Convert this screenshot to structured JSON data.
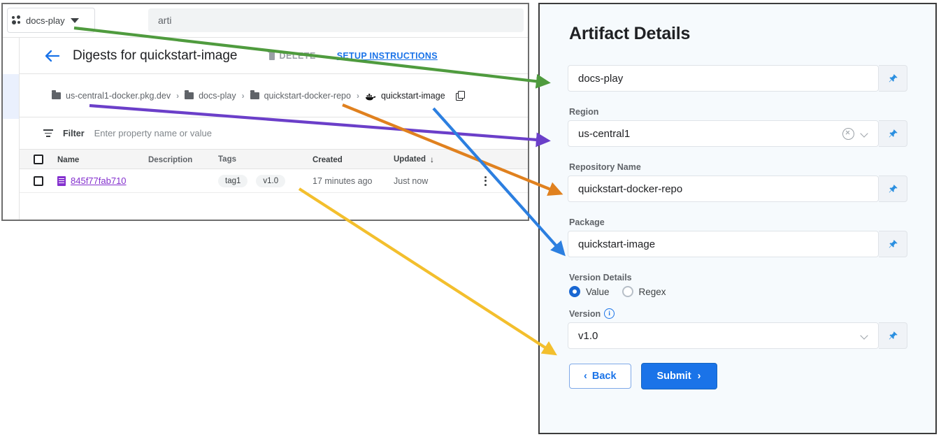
{
  "console": {
    "project_selector": {
      "label": "docs-play",
      "icon": "project-dots-icon",
      "caret": "chevron-down-icon"
    },
    "search": {
      "value": "arti",
      "placeholder": "arti"
    },
    "page_title": "Digests for quickstart-image",
    "back_icon": "back-arrow-icon",
    "actions": {
      "delete_label": "DELETE",
      "setup_link": "SETUP INSTRUCTIONS"
    },
    "breadcrumb": [
      {
        "label": "us-central1-docker.pkg.dev",
        "icon": "folder-icon"
      },
      {
        "label": "docs-play",
        "icon": "folder-icon"
      },
      {
        "label": "quickstart-docker-repo",
        "icon": "folder-icon"
      },
      {
        "label": "quickstart-image",
        "icon": "docker-whale-icon"
      }
    ],
    "breadcrumb_separator": "›",
    "copy_icon": "copy-icon",
    "filter": {
      "label": "Filter",
      "placeholder": "Enter property name or value",
      "icon": "filter-icon"
    },
    "table": {
      "columns": [
        "Name",
        "Description",
        "Tags",
        "Created",
        "Updated"
      ],
      "sort_column": "Updated",
      "sort_icon": "arrow-down-icon",
      "rows": [
        {
          "name": "845f77fab710",
          "description": "",
          "tags": [
            "tag1",
            "v1.0"
          ],
          "created": "17 minutes ago",
          "updated": "Just now"
        }
      ]
    }
  },
  "panel": {
    "title": "Artifact Details",
    "project": {
      "value": "docs-play",
      "pin_icon": "pin-icon"
    },
    "region": {
      "label": "Region",
      "value": "us-central1",
      "clear_icon": "clear-icon",
      "chevron_icon": "chevron-down-icon",
      "pin_icon": "pin-icon"
    },
    "repository": {
      "label": "Repository Name",
      "value": "quickstart-docker-repo",
      "pin_icon": "pin-icon"
    },
    "package": {
      "label": "Package",
      "value": "quickstart-image",
      "pin_icon": "pin-icon"
    },
    "version_details": {
      "label": "Version Details",
      "options": [
        {
          "label": "Value",
          "selected": true
        },
        {
          "label": "Regex",
          "selected": false
        }
      ]
    },
    "version": {
      "label": "Version",
      "info_icon": "info-icon",
      "value": "v1.0",
      "chevron_icon": "chevron-down-icon",
      "pin_icon": "pin-icon"
    },
    "buttons": {
      "back": "Back",
      "submit": "Submit"
    }
  },
  "annotations": {
    "colors": {
      "green": "#4f9b3e",
      "purple": "#6b3fc9",
      "orange": "#e0811f",
      "blue": "#2c7fe0",
      "yellow": "#f3bf2d"
    },
    "arrows": [
      {
        "name": "project-to-field",
        "color": "green",
        "from": "docs-play selector",
        "to": "docs-play field"
      },
      {
        "name": "registry-to-region",
        "color": "purple",
        "from": "us-central1-docker.pkg.dev crumb",
        "to": "Region field"
      },
      {
        "name": "repo-to-repository",
        "color": "orange",
        "from": "quickstart-docker-repo crumb",
        "to": "Repository Name field"
      },
      {
        "name": "image-to-package",
        "color": "blue",
        "from": "quickstart-image crumb",
        "to": "Package field"
      },
      {
        "name": "tag-to-version",
        "color": "yellow",
        "from": "v1.0 tag",
        "to": "Version field"
      }
    ]
  }
}
